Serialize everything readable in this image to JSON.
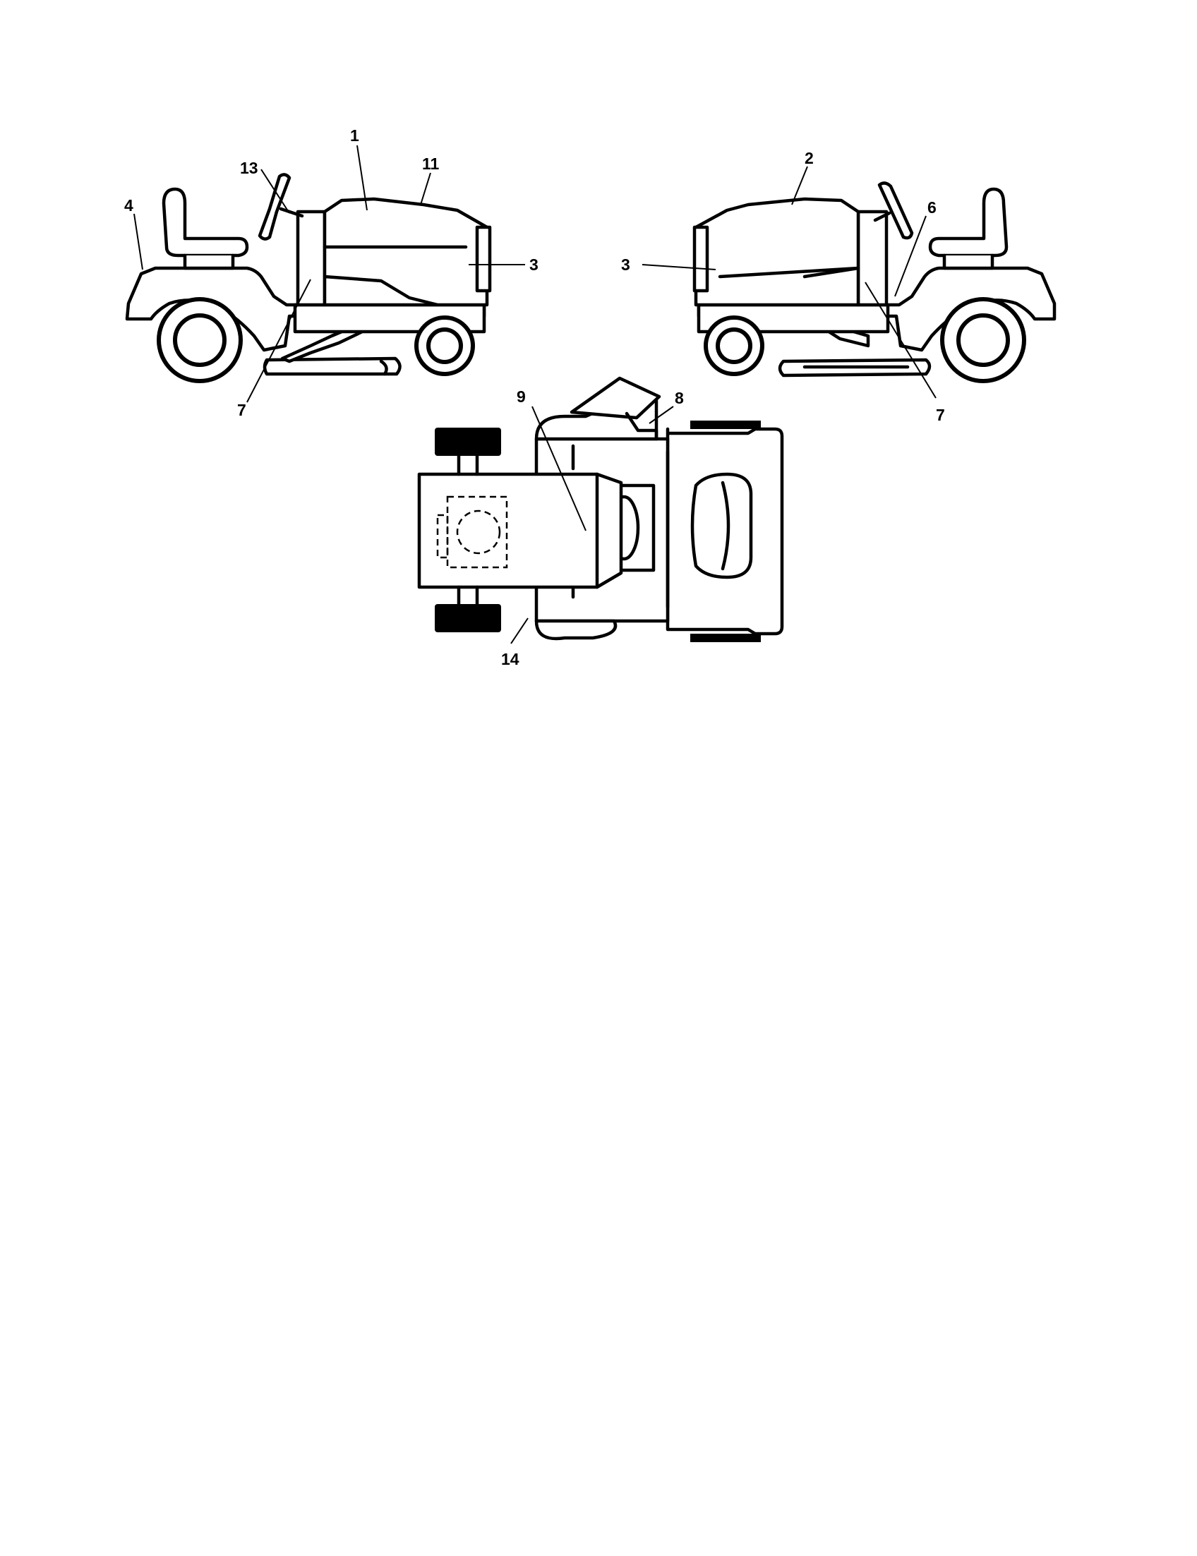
{
  "diagram": {
    "views": [
      {
        "id": "left-side-view",
        "callouts": [
          "1",
          "11",
          "13",
          "4",
          "3",
          "7"
        ]
      },
      {
        "id": "right-side-view",
        "callouts": [
          "2",
          "6",
          "3",
          "7"
        ]
      },
      {
        "id": "top-view",
        "callouts": [
          "9",
          "8",
          "14"
        ]
      }
    ],
    "callouts": {
      "c1": "1",
      "c11": "11",
      "c13": "13",
      "c4": "4",
      "c3_left": "3",
      "c7_left": "7",
      "c2": "2",
      "c6": "6",
      "c3_right": "3",
      "c7_right": "7",
      "c9": "9",
      "c8": "8",
      "c14": "14"
    }
  }
}
